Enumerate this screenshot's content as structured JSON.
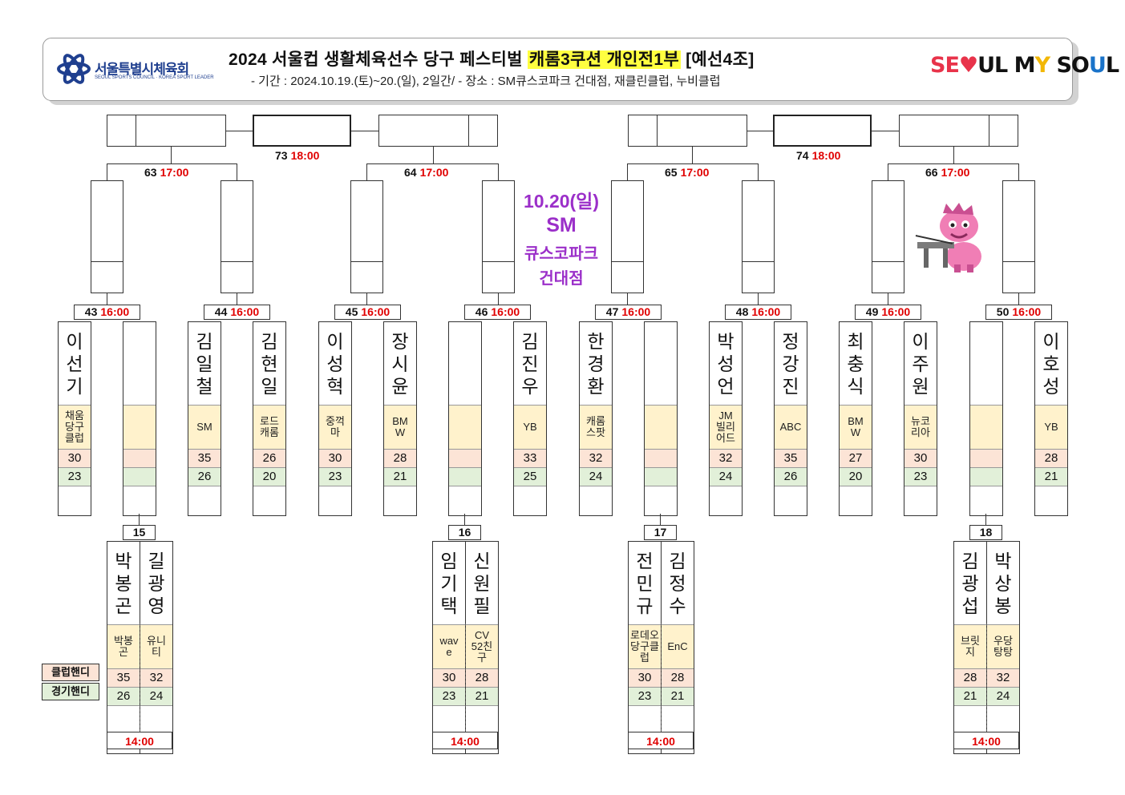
{
  "header": {
    "org_kor": "서울특별시체육회",
    "org_eng": "SEOUL SPORTS COUNCIL · KOREA SPORT LEADER",
    "title_pre": "2024 서울컵 생활체육선수 당구 페스티벌 ",
    "title_highlight": "캐롬3쿠션 개인전1부",
    "title_post": " [예선4조]",
    "subtitle": "- 기간 : 2024.10.19.(토)~20.(일), 2일간/ - 장소 : SM큐스코파크 건대점, 재클린클럽, 누비클럽",
    "brand": {
      "p1": "SE",
      "p2": "♥",
      "p3": "UL M",
      "p4": "Y",
      "p5": " SO",
      "p6": "U",
      "p7": "L"
    }
  },
  "venue": {
    "date": "10.20(일)",
    "line1": "SM",
    "line2": "큐스코파크",
    "line3": "건대점"
  },
  "labels": {
    "club_handicap": "클럽핸디",
    "game_handicap": "경기핸디"
  },
  "top_matches": [
    {
      "no": "73",
      "time": "18:00"
    },
    {
      "no": "74",
      "time": "18:00"
    }
  ],
  "semi_matches": [
    {
      "no": "63",
      "time": "17:00"
    },
    {
      "no": "64",
      "time": "17:00"
    },
    {
      "no": "65",
      "time": "17:00"
    },
    {
      "no": "66",
      "time": "17:00"
    }
  ],
  "r1_matches": [
    {
      "no": "43",
      "time": "16:00"
    },
    {
      "no": "44",
      "time": "16:00"
    },
    {
      "no": "45",
      "time": "16:00"
    },
    {
      "no": "46",
      "time": "16:00"
    },
    {
      "no": "47",
      "time": "16:00"
    },
    {
      "no": "48",
      "time": "16:00"
    },
    {
      "no": "49",
      "time": "16:00"
    },
    {
      "no": "50",
      "time": "16:00"
    }
  ],
  "players": [
    {
      "name": [
        "이",
        "선",
        "기"
      ],
      "club": "채움\n당구\n클럽",
      "h1": "30",
      "h2": "23"
    },
    {
      "name": [],
      "club": "",
      "h1": "",
      "h2": ""
    },
    {
      "name": [
        "김",
        "일",
        "철"
      ],
      "club": "SM",
      "h1": "35",
      "h2": "26"
    },
    {
      "name": [
        "김",
        "현",
        "일"
      ],
      "club": "로드\n캐롬",
      "h1": "26",
      "h2": "20"
    },
    {
      "name": [
        "이",
        "성",
        "혁"
      ],
      "club": "중꺽\n마",
      "h1": "30",
      "h2": "23"
    },
    {
      "name": [
        "장",
        "시",
        "윤"
      ],
      "club": "BM\nW",
      "h1": "28",
      "h2": "21"
    },
    {
      "name": [],
      "club": "",
      "h1": "",
      "h2": ""
    },
    {
      "name": [
        "김",
        "진",
        "우"
      ],
      "club": "YB",
      "h1": "33",
      "h2": "25"
    },
    {
      "name": [
        "한",
        "경",
        "환"
      ],
      "club": "캐롬\n스팟",
      "h1": "32",
      "h2": "24"
    },
    {
      "name": [],
      "club": "",
      "h1": "",
      "h2": ""
    },
    {
      "name": [
        "박",
        "성",
        "언"
      ],
      "club": "JM\n빌리\n어드",
      "h1": "32",
      "h2": "24"
    },
    {
      "name": [
        "정",
        "강",
        "진"
      ],
      "club": "ABC",
      "h1": "35",
      "h2": "26"
    },
    {
      "name": [
        "최",
        "충",
        "식"
      ],
      "club": "BM\nW",
      "h1": "27",
      "h2": "20"
    },
    {
      "name": [
        "이",
        "주",
        "원"
      ],
      "club": "뉴코\n리아",
      "h1": "30",
      "h2": "23"
    },
    {
      "name": [],
      "club": "",
      "h1": "",
      "h2": ""
    },
    {
      "name": [
        "이",
        "호",
        "성"
      ],
      "club": "YB",
      "h1": "28",
      "h2": "21"
    }
  ],
  "prelim": [
    {
      "no": "15",
      "time": "14:00",
      "a": {
        "name": [
          "박",
          "봉",
          "곤"
        ],
        "club": "박봉\n곤",
        "h1": "35",
        "h2": "26"
      },
      "b": {
        "name": [
          "길",
          "광",
          "영"
        ],
        "club": "유니\n티",
        "h1": "32",
        "h2": "24"
      }
    },
    {
      "no": "16",
      "time": "14:00",
      "a": {
        "name": [
          "임",
          "기",
          "택"
        ],
        "club": "wav\ne",
        "h1": "30",
        "h2": "23"
      },
      "b": {
        "name": [
          "신",
          "원",
          "필"
        ],
        "club": "CV\n52친\n구",
        "h1": "28",
        "h2": "21"
      }
    },
    {
      "no": "17",
      "time": "14:00",
      "a": {
        "name": [
          "전",
          "민",
          "규"
        ],
        "club": "로데오\n당구클\n럽",
        "h1": "30",
        "h2": "23"
      },
      "b": {
        "name": [
          "김",
          "정",
          "수"
        ],
        "club": "EnC",
        "h1": "28",
        "h2": "21"
      }
    },
    {
      "no": "18",
      "time": "14:00",
      "a": {
        "name": [
          "김",
          "광",
          "섭"
        ],
        "club": "브릿\n지",
        "h1": "28",
        "h2": "21"
      },
      "b": {
        "name": [
          "박",
          "상",
          "봉"
        ],
        "club": "우당\n탕탕",
        "h1": "32",
        "h2": "24"
      }
    }
  ]
}
